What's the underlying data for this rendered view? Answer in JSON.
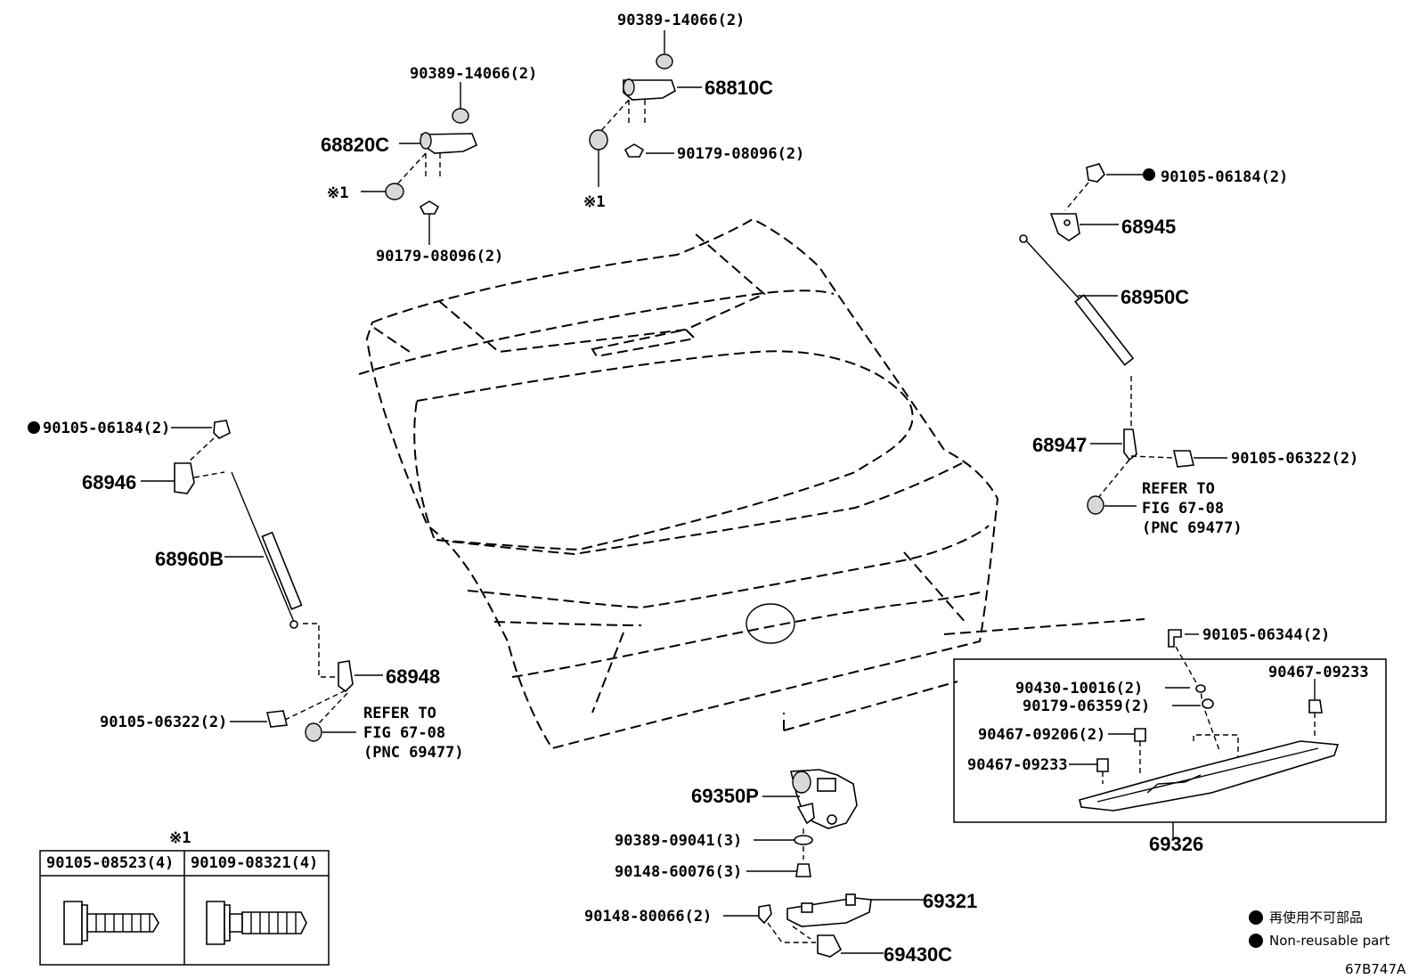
{
  "labels": {
    "top_nut_right": "90389-14066(2)",
    "top_nut_left": "90389-14066(2)",
    "hinge_right": "68810C",
    "hinge_left": "68820C",
    "washer_right": "90179-08096(2)",
    "washer_left": "90179-08096(2)",
    "note_left": "※1",
    "note_right": "※1",
    "bolt_right_upper": "90105-06184(2)",
    "bracket_right_upper": "68945",
    "stay_right": "68950C",
    "bracket_right_lower": "68947",
    "bolt_right_lower": "90105-06322(2)",
    "refer_right_1": "REFER TO",
    "refer_right_2": "FIG 67-08",
    "refer_right_3": "(PNC 69477)",
    "bolt_left_upper": "90105-06184(2)",
    "bracket_left_upper": "68946",
    "stay_left": "68960B",
    "bracket_left_lower": "68948",
    "bolt_left_lower": "90105-06322(2)",
    "refer_left_1": "REFER TO",
    "refer_left_2": "FIG 67-08",
    "refer_left_3": "(PNC 69477)",
    "screw_garnish": "90105-06344(2)",
    "nut_garnish": "90430-10016(2)",
    "washer_garnish": "90179-06359(2)",
    "clip_a": "90467-09233",
    "clip_b": "90467-09206(2)",
    "clip_c": "90467-09233",
    "garnish": "69326",
    "lock": "69350P",
    "lock_washer": "90389-09041(3)",
    "lock_bolt": "90148-60076(3)",
    "handle_bolt": "90148-80066(2)",
    "striker": "69321",
    "latch": "69430C",
    "drawing_no": "67B747A"
  },
  "table": {
    "note": "※1",
    "col1": "90105-08523(4)",
    "col2": "90109-08321(4)"
  },
  "legend": {
    "jp": "再使用不可部品",
    "en": "Non-reusable part"
  }
}
